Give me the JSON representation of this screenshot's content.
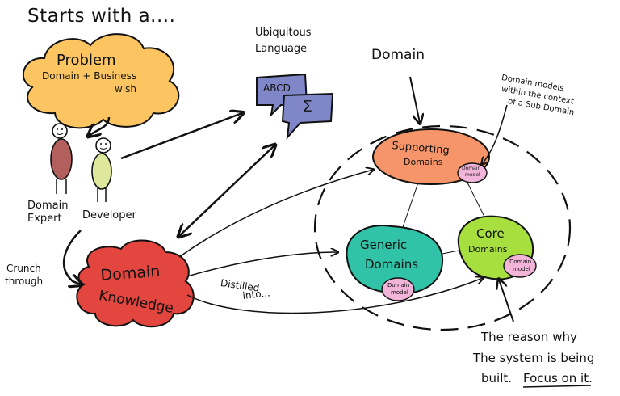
{
  "intro": "Starts with a....",
  "problem": {
    "title": "Problem",
    "subtitle_1": "Domain + Business",
    "subtitle_2": "wish",
    "fill": "#fcc562"
  },
  "people": {
    "expert_line1": "Domain",
    "expert_line2": "Expert",
    "developer": "Developer",
    "expert_color": "#b25f5e",
    "developer_color": "#dde89c"
  },
  "ubiquitous": {
    "line1": "Ubiquitous",
    "line2": "Language",
    "bubble1_text": "ABCD",
    "bubble2_text": "∑",
    "fill": "#7f87c8"
  },
  "domain_label": "Domain",
  "annotation": {
    "line1": "Domain models",
    "line2": "within the context",
    "line3": "of a Sub Domain"
  },
  "supporting": {
    "line1": "Supporting",
    "line2": "Domains",
    "fill": "#f7956a"
  },
  "generic": {
    "line1": "Generic",
    "line2": "Domains",
    "fill": "#31c3a8"
  },
  "core": {
    "line1": "Core",
    "line2": "Domains",
    "fill": "#a6df3e"
  },
  "domain_model": {
    "line1": "Domain",
    "line2": "model",
    "fill": "#f2b4d8"
  },
  "crunch": {
    "line1": "Crunch",
    "line2": "through"
  },
  "knowledge": {
    "line1": "Domain",
    "line2": "Knowledge",
    "fill": "#e3453f"
  },
  "distilled": {
    "line1": "Distilled",
    "line2": "into..."
  },
  "reason": {
    "line1": "The reason why",
    "line2": "The system is being",
    "line3_a": "built.",
    "line3_b": "Focus on it."
  }
}
